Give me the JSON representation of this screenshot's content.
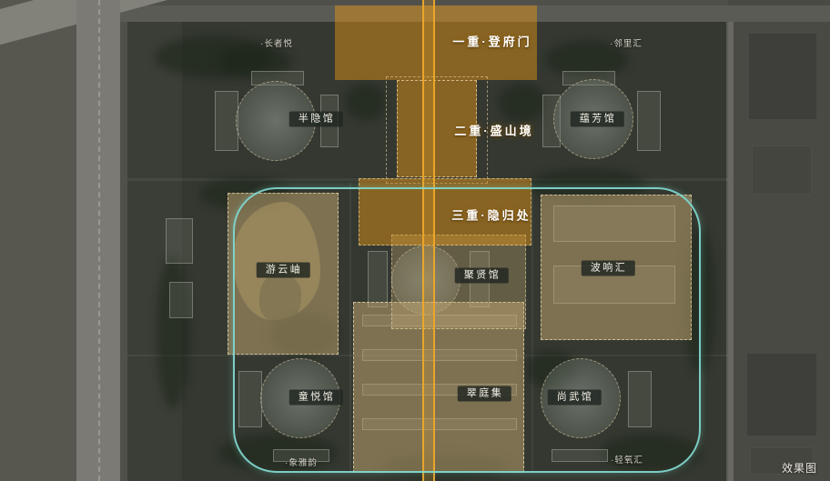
{
  "plan": {
    "watermark": "效果图"
  },
  "axis_zones": [
    {
      "label": "一重·登府门"
    },
    {
      "label": "二重·盛山境"
    },
    {
      "label": "三重·隐归处"
    }
  ],
  "venues": [
    {
      "label": "半隐馆"
    },
    {
      "label": "蕴芳馆"
    },
    {
      "label": "游云岫"
    },
    {
      "label": "聚贤馆"
    },
    {
      "label": "波响汇"
    },
    {
      "label": "童悦馆"
    },
    {
      "label": "翠庭集"
    },
    {
      "label": "尚武馆"
    }
  ],
  "poi": [
    {
      "label": "·长者悦"
    },
    {
      "label": "·邻里汇"
    },
    {
      "label": "·象雅韵"
    },
    {
      "label": "·轻氧汇"
    }
  ],
  "colors": {
    "axis_orange": "#e29418",
    "boundary_teal": "#7fd6ce",
    "zone_tan": "#c6aa73",
    "site_green": "#343830"
  }
}
